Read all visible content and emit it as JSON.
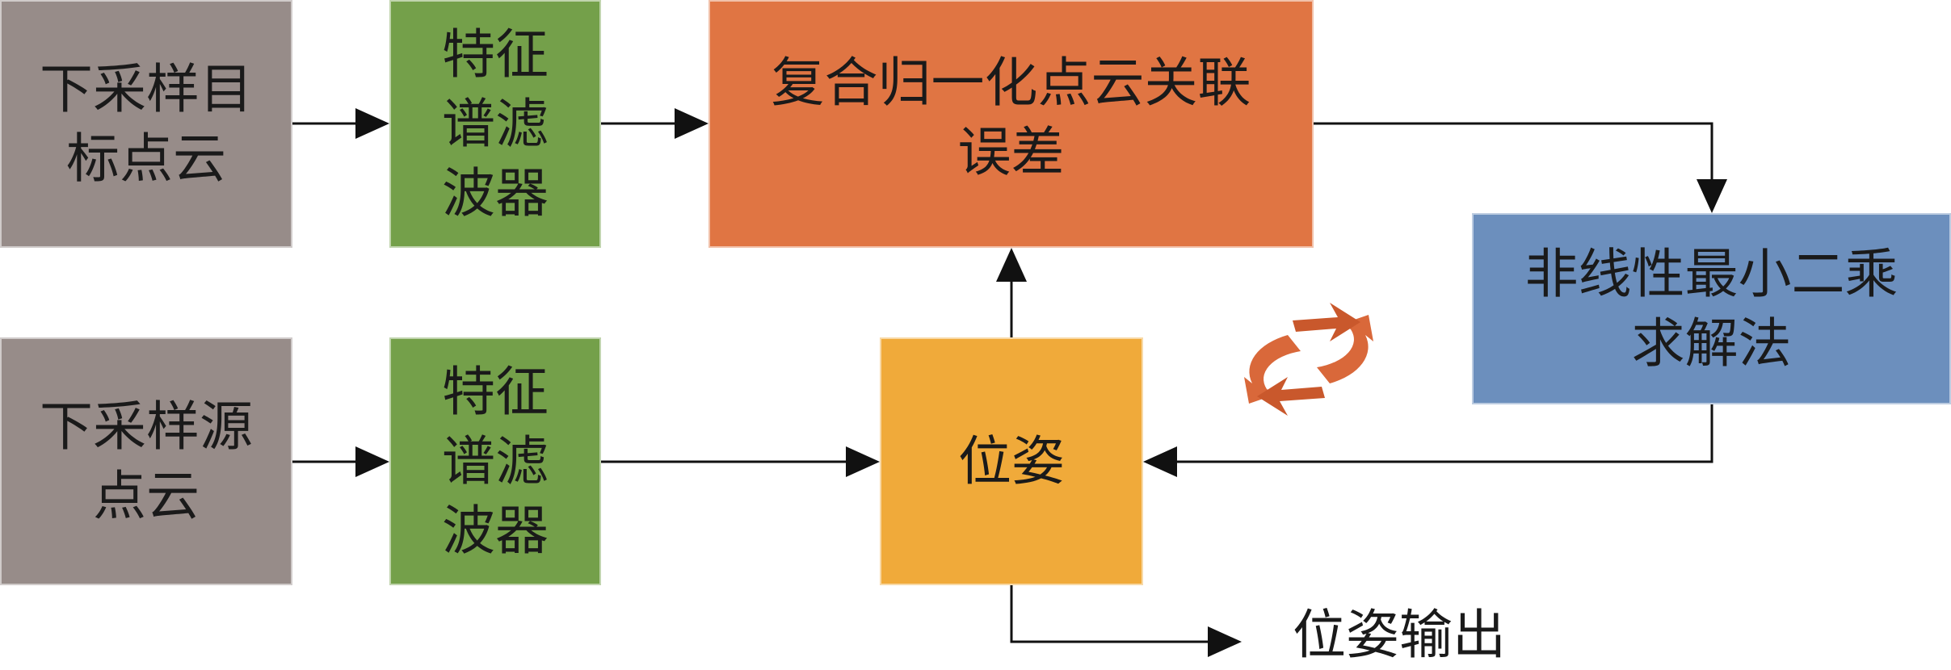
{
  "nodes": {
    "target_cloud": "下采样目\n标点云",
    "source_cloud": "下采样源\n点云",
    "filter_top": "特征\n谱滤\n波器",
    "filter_bottom": "特征\n谱滤\n波器",
    "association_error": "复合归一化点云关联\n误差",
    "pose": "位姿",
    "solver": "非线性最小二乘\n求解法"
  },
  "output_label": "位姿输出",
  "edges": [
    {
      "from": "target_cloud",
      "to": "filter_top"
    },
    {
      "from": "filter_top",
      "to": "association_error"
    },
    {
      "from": "source_cloud",
      "to": "filter_bottom"
    },
    {
      "from": "filter_bottom",
      "to": "pose"
    },
    {
      "from": "pose",
      "to": "association_error"
    },
    {
      "from": "association_error",
      "to": "solver"
    },
    {
      "from": "solver",
      "to": "pose"
    },
    {
      "from": "pose",
      "to": "output_label"
    }
  ],
  "colors": {
    "gray": "#978c89",
    "green": "#74a04a",
    "orange": "#e07543",
    "yellow": "#f0aa3a",
    "blue": "#6c8fbd",
    "cycle_icon": "#d9683a",
    "arrow": "#111111"
  },
  "icons": [
    "cycle-arrows-icon"
  ]
}
